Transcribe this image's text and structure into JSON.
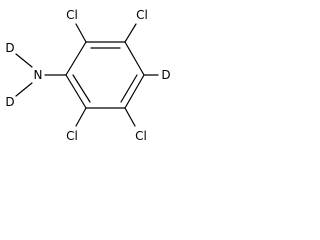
{
  "colors": {
    "background": "#ffffff",
    "bond": "#000000",
    "text": "#000000"
  },
  "molecule": {
    "atoms": [
      {
        "id": "n1",
        "symbol": "N"
      },
      {
        "id": "d1",
        "symbol": "D"
      },
      {
        "id": "d2",
        "symbol": "D"
      },
      {
        "id": "cl1",
        "symbol": "Cl"
      },
      {
        "id": "cl2",
        "symbol": "Cl"
      },
      {
        "id": "d3",
        "symbol": "D"
      },
      {
        "id": "cl3",
        "symbol": "Cl"
      },
      {
        "id": "cl4",
        "symbol": "Cl"
      }
    ]
  }
}
